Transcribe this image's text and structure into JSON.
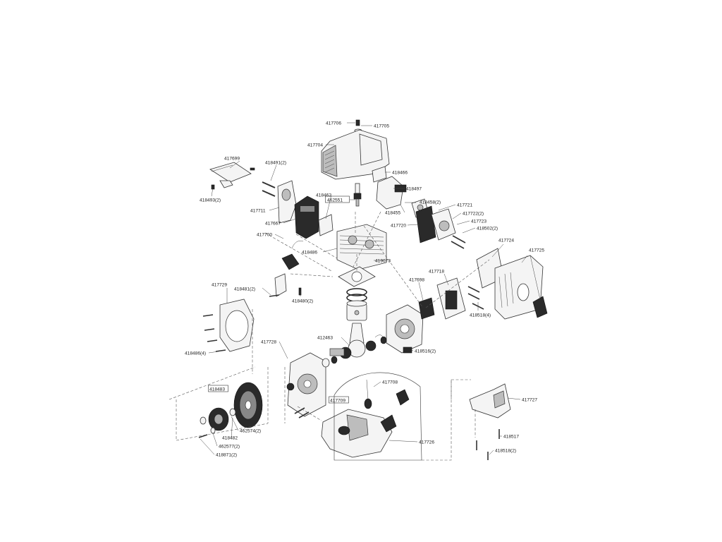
{
  "labels": {
    "p417706": "417706",
    "p417705": "417705",
    "p417704": "417704",
    "p417699": "417699",
    "p418491": "418491(2)",
    "p418466": "418466",
    "p418493": "418493(2)",
    "p418462": "418462",
    "p462551": "462551",
    "p418497": "418497",
    "p417711": "417711",
    "p418458": "418458(2)",
    "p417721": "417721",
    "p418455": "418455",
    "p417722": "417722(2)",
    "p417667": "417667",
    "p417723": "417723",
    "p417720": "417720",
    "p418502": "418502(2)",
    "p417700": "417700",
    "p417724": "417724",
    "p417725": "417725",
    "p418486a": "418486",
    "p419073": "419073",
    "p417718": "417718",
    "p417729": "417729",
    "p418481": "418481(2)",
    "p417698": "417698",
    "p418480": "418480(2)",
    "p418518a": "418518(4)",
    "p412463": "412463",
    "p417728": "417728",
    "p418486b": "418486(4)",
    "p418516": "418516(2)",
    "p417708": "417708",
    "p418483": "418483",
    "p417709": "417709",
    "p417727": "417727",
    "p462574": "462574(2)",
    "p418482": "418482",
    "p418517": "418517",
    "p417726": "417726",
    "p462577": "462577(2)",
    "p418518b": "418518(2)",
    "p418871": "418871(2)"
  }
}
